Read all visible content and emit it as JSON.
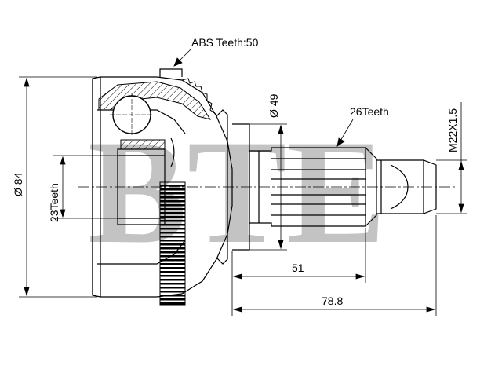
{
  "watermark": "BTE",
  "labels": {
    "abs_teeth": "ABS Teeth:50",
    "outer_diameter": "Ø 84",
    "inner_teeth": "23Teeth",
    "seal_diameter": "Ø 49",
    "spline_teeth": "26Teeth",
    "thread": "M22X1.5",
    "spline_length": "51",
    "total_length": "78.8"
  },
  "colors": {
    "line": "#000000",
    "watermark": "#b9b9b9"
  }
}
